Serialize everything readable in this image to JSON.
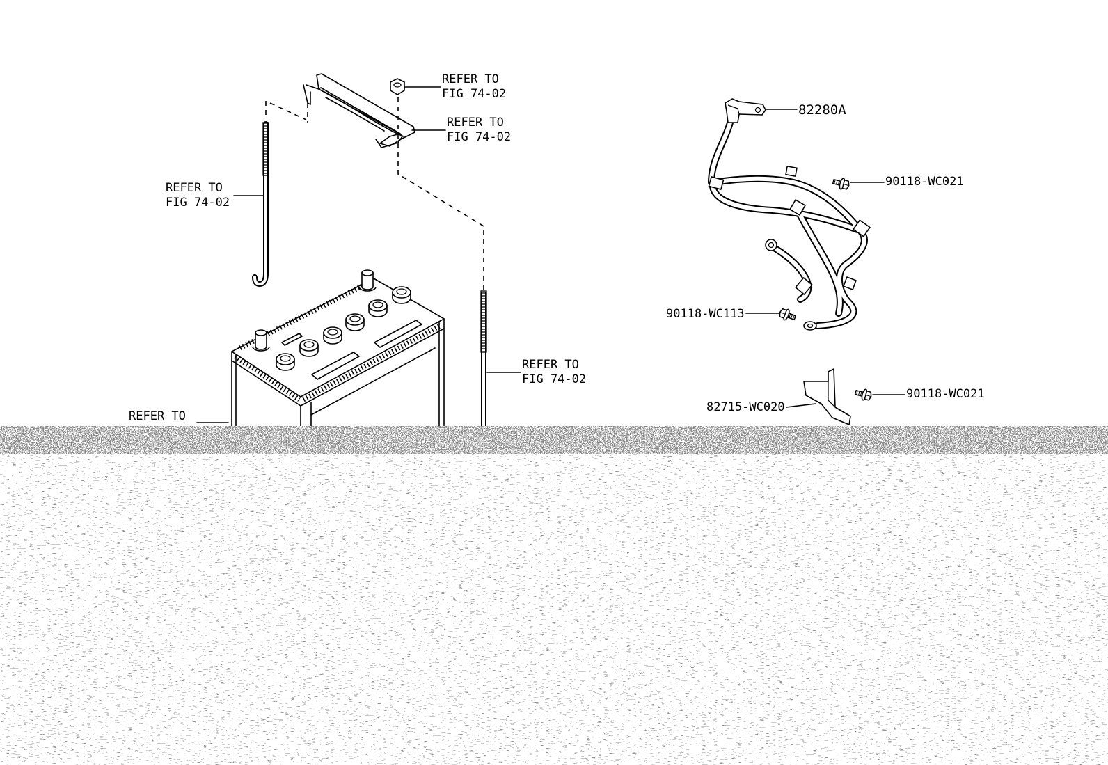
{
  "diagram": {
    "callouts": {
      "clamp_nut_ref": {
        "line1": "REFER TO",
        "line2": "FIG 74-02"
      },
      "clamp_ref": {
        "line1": "REFER TO",
        "line2": "FIG 74-02"
      },
      "left_rod_ref": {
        "line1": "REFER TO",
        "line2": "FIG 74-02"
      },
      "right_rod_ref": {
        "line1": "REFER TO",
        "line2": "FIG 74-02"
      },
      "battery_ref": {
        "line1": "REFER TO"
      },
      "battery_cable": "82280A",
      "cable_bolt_upper": "90118-WC021",
      "cable_bolt_lower": "90118-WC113",
      "bracket_bolt": "90118-WC021",
      "bracket": "82715-WC020"
    },
    "colors": {
      "line": "#000000",
      "background": "#ffffff"
    }
  }
}
